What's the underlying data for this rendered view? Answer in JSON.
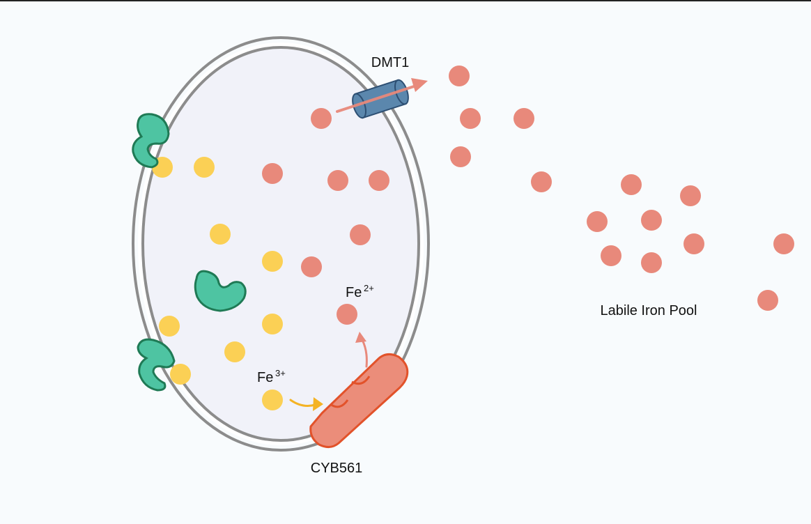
{
  "labels": {
    "dmt1": "DMT1",
    "cyb561": "CYB561",
    "fe2_base": "Fe",
    "fe2_charge": "2+",
    "fe3_base": "Fe",
    "fe3_charge": "3+",
    "labile_iron_pool": "Labile Iron Pool"
  },
  "colors": {
    "background": "#f8fbfd",
    "vesicle_fill": "#f1f2f9",
    "membrane": "#8c8c8c",
    "ferrous_iron": "#e8897b",
    "ferric_iron": "#fbd055",
    "transferrin_receptor": "#4ec4a2",
    "transferrin_receptor_outline": "#1f7a55",
    "dmt1_channel": "#5b87ad",
    "dmt1_outline": "#2d4f73",
    "cyb561_fill": "#eb8d7a",
    "cyb561_outline": "#e2522a",
    "arrow_fe3_to_fe2": "#f4b324",
    "arrow_reduction": "#e8897b"
  },
  "icons": {
    "receptor": "transferrin-receptor-icon",
    "transporter": "dmt1-channel-icon",
    "reductase": "cyb561-enzyme-icon"
  }
}
